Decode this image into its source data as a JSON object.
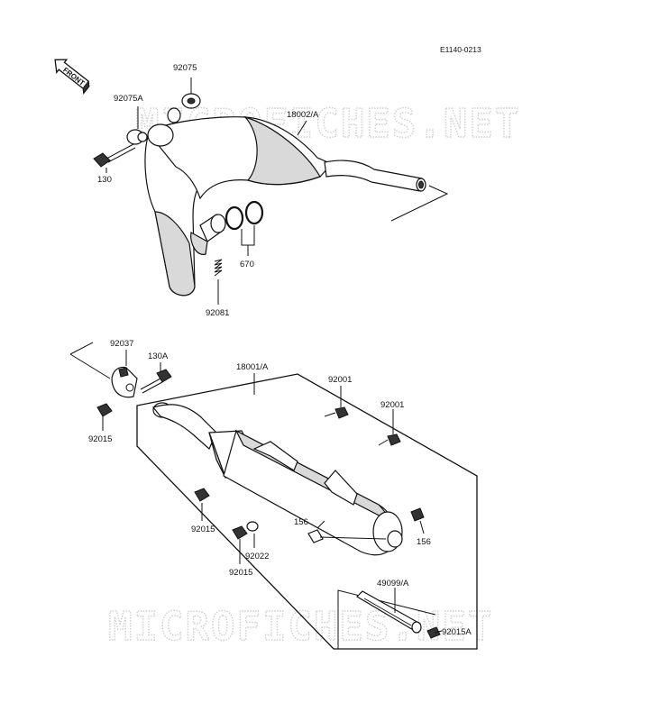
{
  "diagram_code": "E1140-0213",
  "front_label": "FRONT",
  "watermark": "MICROFICHES.NET",
  "labels": {
    "p92075": "92075",
    "p92075A": "92075A",
    "p130": "130",
    "p18002A": "18002/A",
    "p670": "670",
    "p92081": "92081",
    "p92037": "92037",
    "p130A": "130A",
    "p18001A": "18001/A",
    "p92001a": "92001",
    "p92001b": "92001",
    "p92015a": "92015",
    "p92015b": "92015",
    "p92015c": "92015",
    "p92022": "92022",
    "p156a": "156",
    "p156b": "156",
    "p49099A": "49099/A",
    "p92015A": "92015A"
  }
}
